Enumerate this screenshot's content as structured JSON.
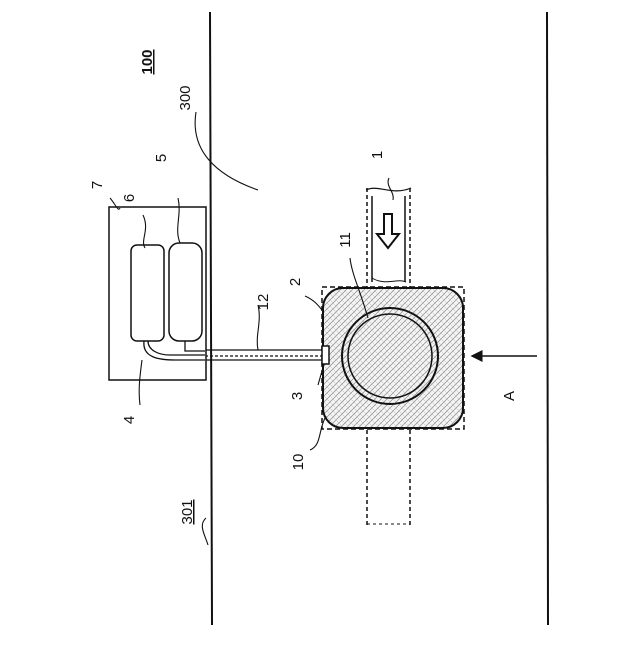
{
  "figure": {
    "labels": {
      "ref_100": "100",
      "ref_300": "300",
      "ref_301": "301",
      "ref_1": "1",
      "ref_2": "2",
      "ref_3": "3",
      "ref_4": "4",
      "ref_5": "5",
      "ref_6": "6",
      "ref_7": "7",
      "ref_10": "10",
      "ref_11": "11",
      "ref_12": "12",
      "view_a": "A"
    },
    "text_orientation": "rotated 90 degrees counter-clockwise"
  }
}
